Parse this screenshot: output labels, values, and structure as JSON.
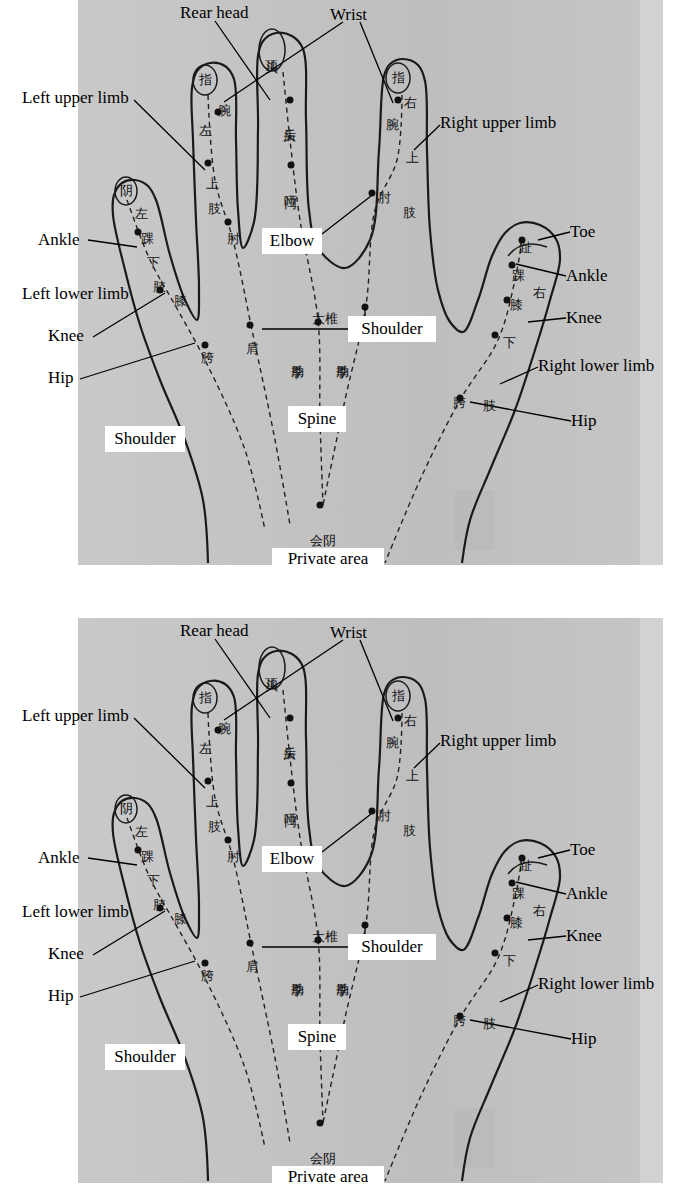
{
  "diagram": {
    "nodes": [
      {
        "text": [
          "头顶"
        ]
      },
      {
        "text": [
          "指"
        ]
      },
      {
        "text": [
          "指"
        ]
      },
      {
        "text": [
          "阴"
        ]
      },
      {
        "text": [
          "Elbow"
        ]
      },
      {
        "text": [
          "Shoulder"
        ]
      },
      {
        "text": [
          "Spine"
        ]
      },
      {
        "text": [
          "Shoulder"
        ]
      },
      {
        "text": [
          "Private area"
        ]
      },
      {
        "text": [
          "头顶"
        ]
      },
      {
        "text": [
          "指"
        ]
      },
      {
        "text": [
          "指"
        ]
      },
      {
        "text": [
          "阴"
        ]
      },
      {
        "text": [
          "Elbow"
        ]
      },
      {
        "text": [
          "Shoulder"
        ]
      },
      {
        "text": [
          "Spine"
        ]
      },
      {
        "text": [
          "Shoulder"
        ]
      },
      {
        "text": [
          "Private area"
        ]
      }
    ],
    "labels": [
      "Rear head",
      "Wrist",
      "Left upper limb",
      "Right upper limb",
      "Toe",
      "Ankle",
      "Ankle",
      "Left lower limb",
      "Knee",
      "Knee",
      "Right lower limb",
      "Hip",
      "Hip",
      "左",
      "腕",
      "后头",
      "右",
      "腕",
      "上",
      "上",
      "哑门",
      "肘",
      "肢",
      "肢",
      "左",
      "肘",
      "踝",
      "趾",
      "下",
      "踝",
      "肢",
      "右",
      "膝",
      "膝",
      "大椎",
      "下",
      "肩",
      "季肋",
      "季肋",
      "胯",
      "胯",
      "肢",
      "会阴",
      "Rear head",
      "Wrist",
      "Left upper limb",
      "Right upper limb",
      "Toe",
      "Ankle",
      "Ankle",
      "Left lower limb",
      "Knee",
      "Knee",
      "Right lower limb",
      "Hip",
      "Hip",
      "左",
      "腕",
      "后头",
      "右",
      "腕",
      "上",
      "上",
      "哑门",
      "肘",
      "肢",
      "肢",
      "左",
      "肘",
      "踝",
      "趾",
      "下",
      "踝",
      "肢",
      "右",
      "膝",
      "膝",
      "大椎",
      "下",
      "肩",
      "季肋",
      "季肋",
      "胯",
      "胯",
      "肢",
      "会阴"
    ]
  }
}
